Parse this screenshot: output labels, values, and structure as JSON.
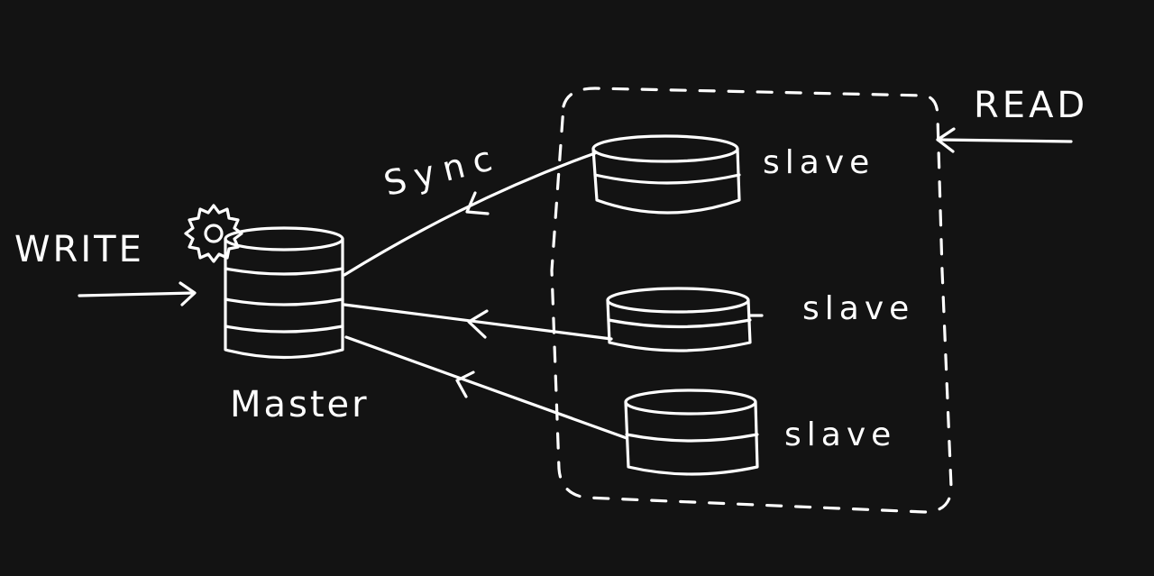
{
  "background_color": "#131313",
  "ink_color": "#ffffff",
  "labels": {
    "write": "WRITE",
    "read": "READ",
    "master": "Master",
    "sync": "Sync",
    "slave_1": "slave",
    "slave_2": "slave",
    "slave_3": "slave"
  },
  "icons": {
    "master_badge": "gear-icon",
    "databases": "database-cylinder-icon"
  }
}
